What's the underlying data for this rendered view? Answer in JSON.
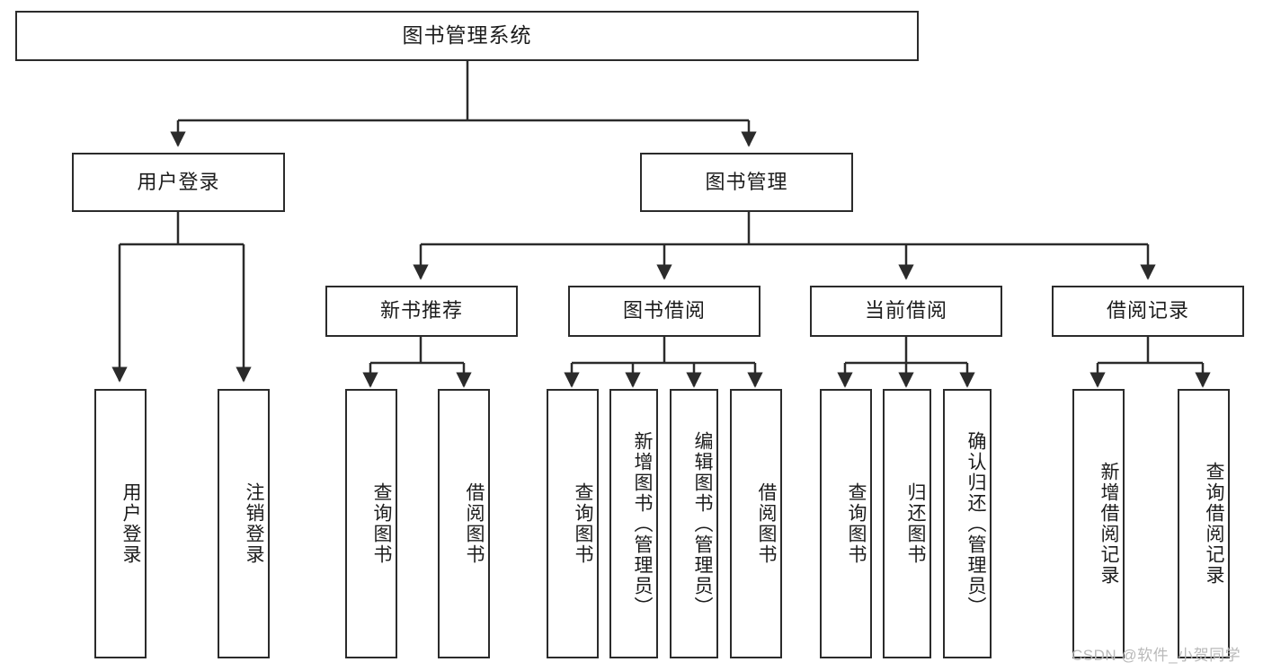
{
  "diagram": {
    "title": "图书管理系统",
    "nodes": {
      "root": {
        "label": "图书管理系统"
      },
      "level1": [
        {
          "id": "user-login",
          "label": "用户登录"
        },
        {
          "id": "book-manage",
          "label": "图书管理"
        }
      ],
      "level2": [
        {
          "id": "new-book-recommend",
          "label": "新书推荐"
        },
        {
          "id": "book-borrow",
          "label": "图书借阅"
        },
        {
          "id": "current-borrow",
          "label": "当前借阅"
        },
        {
          "id": "borrow-record",
          "label": "借阅记录"
        }
      ],
      "leaves": [
        {
          "id": "leaf-user-login",
          "label": "用户登录",
          "parent": "user-login"
        },
        {
          "id": "leaf-logout",
          "label": "注销登录",
          "parent": "user-login"
        },
        {
          "id": "leaf-query-book-1",
          "label": "查询图书",
          "parent": "new-book-recommend"
        },
        {
          "id": "leaf-borrow-book-1",
          "label": "借阅图书",
          "parent": "new-book-recommend"
        },
        {
          "id": "leaf-query-book-2",
          "label": "查询图书",
          "parent": "book-borrow"
        },
        {
          "id": "leaf-add-book",
          "label": "新增图书（管理员）",
          "parent": "book-borrow"
        },
        {
          "id": "leaf-edit-book",
          "label": "编辑图书（管理员）",
          "parent": "book-borrow"
        },
        {
          "id": "leaf-borrow-book-2",
          "label": "借阅图书",
          "parent": "book-borrow"
        },
        {
          "id": "leaf-query-book-3",
          "label": "查询图书",
          "parent": "current-borrow"
        },
        {
          "id": "leaf-return-book",
          "label": "归还图书",
          "parent": "current-borrow"
        },
        {
          "id": "leaf-confirm-return",
          "label": "确认归还（管理员）",
          "parent": "current-borrow"
        },
        {
          "id": "leaf-add-record",
          "label": "新增借阅记录",
          "parent": "borrow-record"
        },
        {
          "id": "leaf-query-record",
          "label": "查询借阅记录",
          "parent": "borrow-record"
        }
      ]
    },
    "colors": {
      "border": "#2b2b2b",
      "background": "#ffffff",
      "text": "#1c1c1c",
      "watermark": "#b9b9b9"
    }
  },
  "watermark": {
    "text": "CSDN @软件_小贺同学"
  }
}
